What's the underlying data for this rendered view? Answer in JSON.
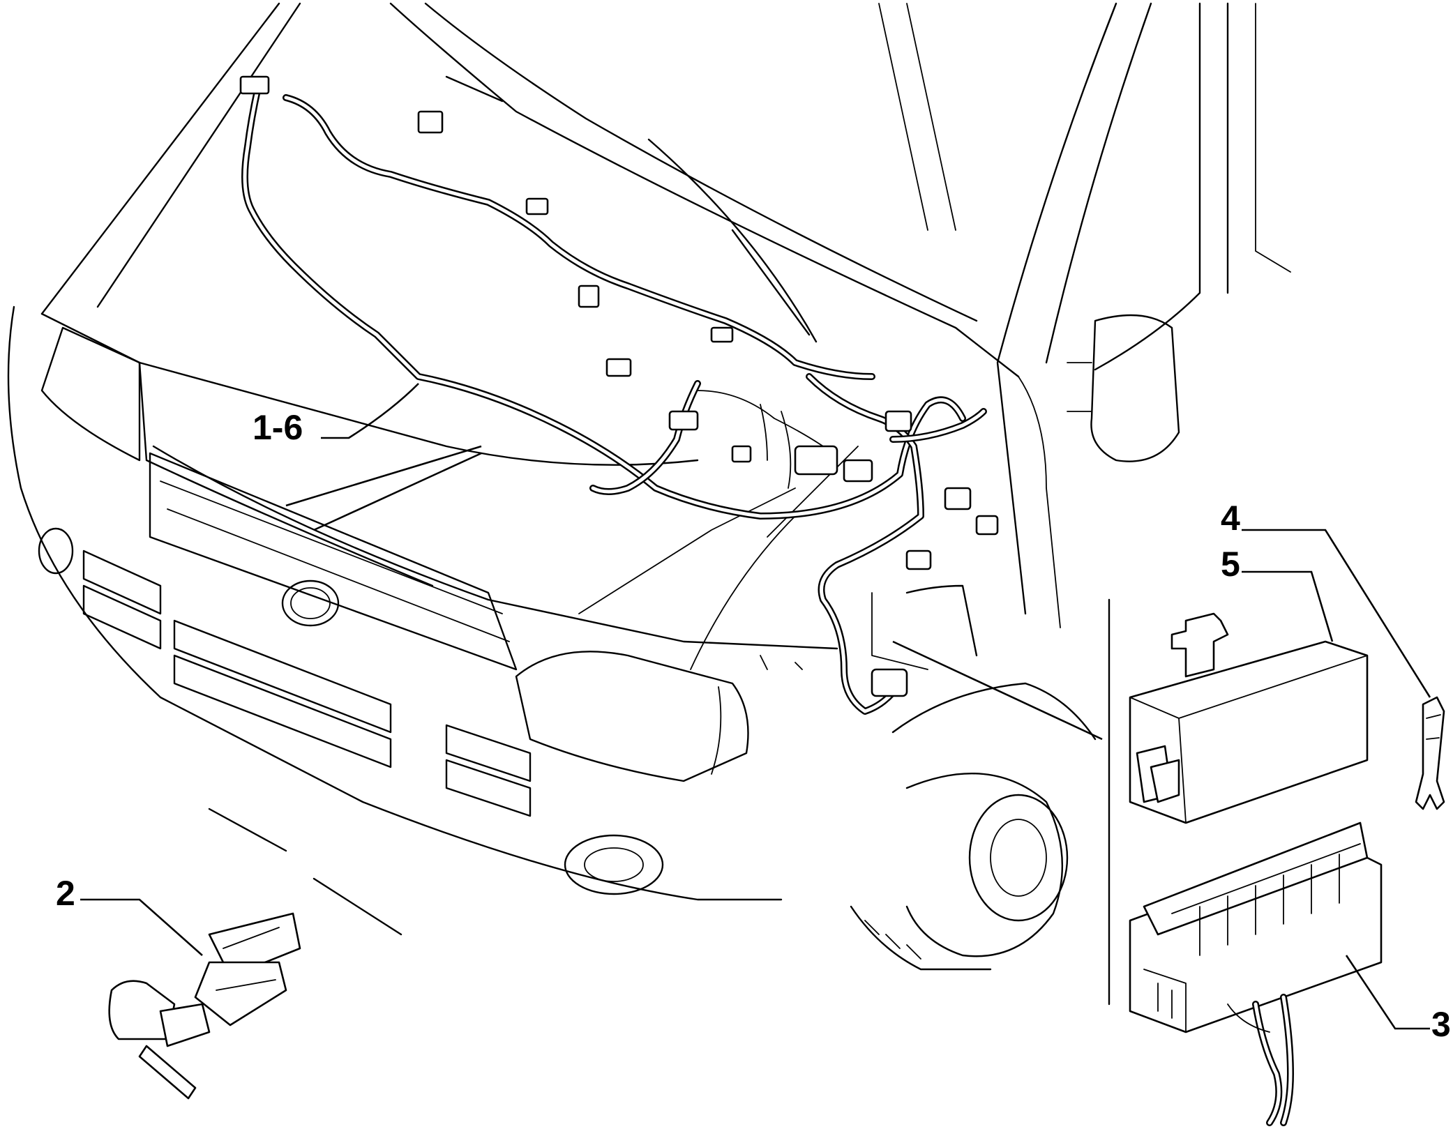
{
  "callouts": {
    "c16": "1-6",
    "c2": "2",
    "c3": "3",
    "c4": "4",
    "c5": "5"
  }
}
